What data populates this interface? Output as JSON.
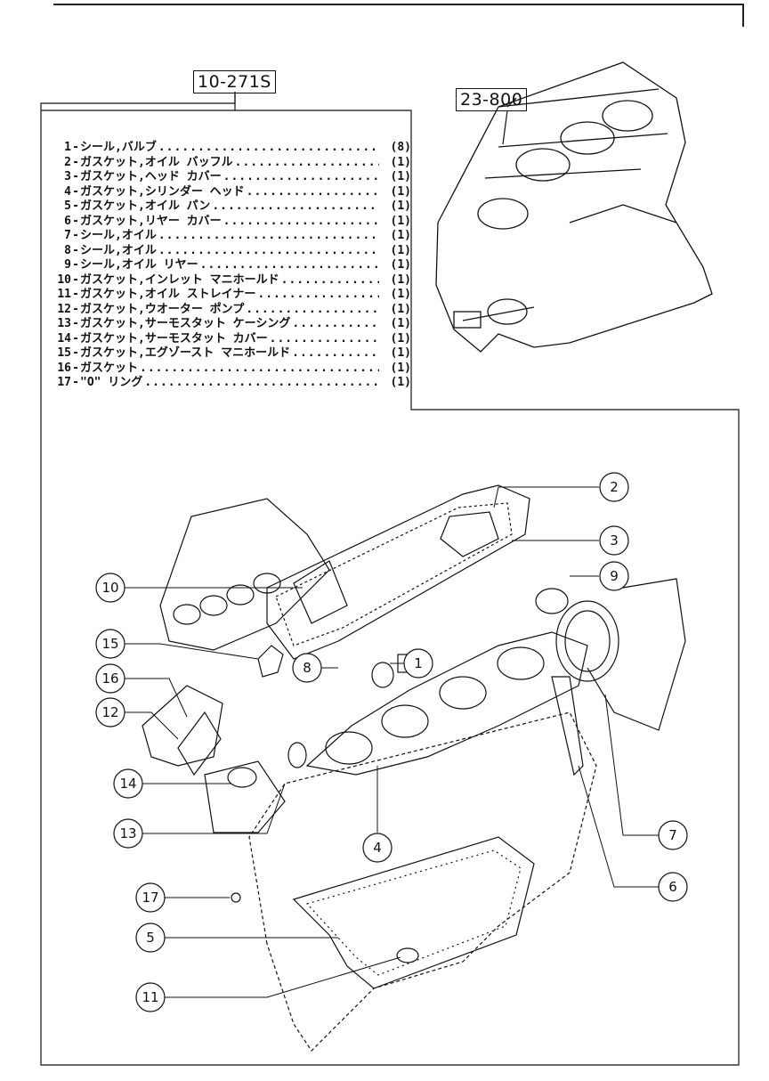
{
  "header": {
    "parts_kit_ref": "10-271S",
    "engine_block_ref": "23-800"
  },
  "parts_list": [
    {
      "num": "1",
      "name": "シール,バルブ",
      "qty": "(8)"
    },
    {
      "num": "2",
      "name": "ガスケット,オイル バッフル",
      "qty": "(1)"
    },
    {
      "num": "3",
      "name": "ガスケット,ヘッド カバー",
      "qty": "(1)"
    },
    {
      "num": "4",
      "name": "ガスケット,シリンダー ヘッド",
      "qty": "(1)"
    },
    {
      "num": "5",
      "name": "ガスケット,オイル パン",
      "qty": "(1)"
    },
    {
      "num": "6",
      "name": "ガスケット,リヤー カバー",
      "qty": "(1)"
    },
    {
      "num": "7",
      "name": "シール,オイル",
      "qty": "(1)"
    },
    {
      "num": "8",
      "name": "シール,オイル",
      "qty": "(1)"
    },
    {
      "num": "9",
      "name": "シール,オイル リヤー",
      "qty": "(1)"
    },
    {
      "num": "10",
      "name": "ガスケット,インレット マニホールド",
      "qty": "(1)"
    },
    {
      "num": "11",
      "name": "ガスケット,オイル ストレイナー",
      "qty": "(1)"
    },
    {
      "num": "12",
      "name": "ガスケット,ウオーター ポンプ",
      "qty": "(1)"
    },
    {
      "num": "13",
      "name": "ガスケット,サーモスタット ケーシング",
      "qty": "(1)"
    },
    {
      "num": "14",
      "name": "ガスケット,サーモスタット カバー",
      "qty": "(1)"
    },
    {
      "num": "15",
      "name": "ガスケット,エグゾースト マニホールド",
      "qty": "(1)"
    },
    {
      "num": "16",
      "name": "ガスケット",
      "qty": "(1)"
    },
    {
      "num": "17",
      "name": "\"O\" リング",
      "qty": "(1)"
    }
  ],
  "callouts": [
    "1",
    "2",
    "3",
    "4",
    "5",
    "6",
    "7",
    "8",
    "9",
    "10",
    "11",
    "12",
    "13",
    "14",
    "15",
    "16",
    "17"
  ],
  "dots": "................................................................"
}
